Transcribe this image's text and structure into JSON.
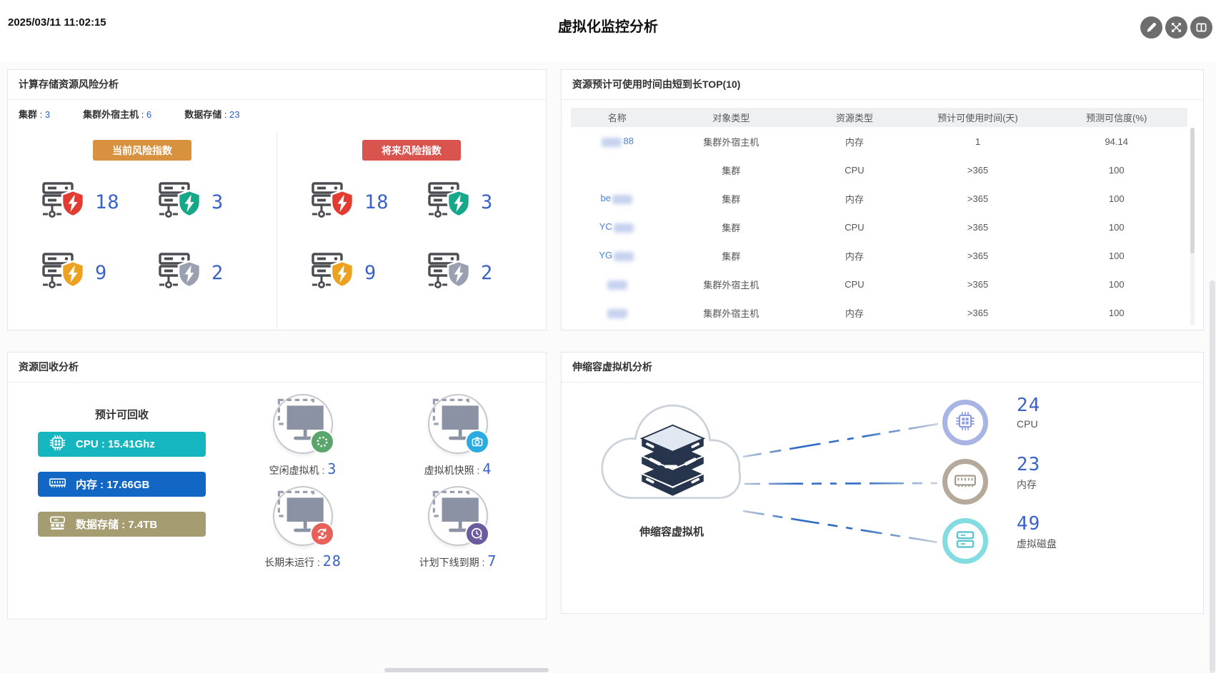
{
  "header": {
    "timestamp": "2025/03/11 11:02:15",
    "title": "虚拟化监控分析",
    "actions": [
      {
        "icon": "pencil-icon",
        "name": "edit"
      },
      {
        "icon": "expand-icon",
        "name": "fullscreen"
      },
      {
        "icon": "columns-icon",
        "name": "layout"
      }
    ]
  },
  "risk_panel": {
    "title": "计算存储资源风险分析",
    "stats": [
      {
        "label": "集群",
        "value": "3"
      },
      {
        "label": "集群外宿主机",
        "value": "6"
      },
      {
        "label": "数据存储",
        "value": "23"
      }
    ],
    "groups": [
      {
        "button_label": "当前风险指数",
        "button_color": "#d8913f",
        "items": [
          {
            "level": "high-risk",
            "color": "#e23c32",
            "value": "18"
          },
          {
            "level": "low-risk",
            "color": "#17a789",
            "value": "3"
          },
          {
            "level": "medium-risk",
            "color": "#eda21f",
            "value": "9"
          },
          {
            "level": "no-risk",
            "color": "#9aa0b0",
            "value": "2"
          }
        ]
      },
      {
        "button_label": "将来风险指数",
        "button_color": "#d9534f",
        "items": [
          {
            "level": "high-risk",
            "color": "#e23c32",
            "value": "18"
          },
          {
            "level": "low-risk",
            "color": "#17a789",
            "value": "3"
          },
          {
            "level": "medium-risk",
            "color": "#eda21f",
            "value": "9"
          },
          {
            "level": "no-risk",
            "color": "#9aa0b0",
            "value": "2"
          }
        ]
      }
    ]
  },
  "forecast_table": {
    "title": "资源预计可使用时间由短到长TOP(10)",
    "columns": [
      "名称",
      "对象类型",
      "资源类型",
      "预计可使用时间(天)",
      "预测可信度(%)"
    ],
    "rows": [
      {
        "name": "88",
        "blob_pre": true,
        "blob": false,
        "object_type": "集群外宿主机",
        "resource_type": "内存",
        "days": "1",
        "confidence": "94.14"
      },
      {
        "name": "",
        "blob_pre": false,
        "blob": false,
        "object_type": "集群",
        "resource_type": "CPU",
        "days": ">365",
        "confidence": "100"
      },
      {
        "name": "be",
        "blob_pre": false,
        "blob": true,
        "object_type": "集群",
        "resource_type": "内存",
        "days": ">365",
        "confidence": "100"
      },
      {
        "name": "YC",
        "blob_pre": false,
        "blob": true,
        "object_type": "集群",
        "resource_type": "CPU",
        "days": ">365",
        "confidence": "100"
      },
      {
        "name": "YG",
        "blob_pre": false,
        "blob": true,
        "object_type": "集群",
        "resource_type": "内存",
        "days": ">365",
        "confidence": "100"
      },
      {
        "name": "",
        "blob_pre": false,
        "blob": true,
        "object_type": "集群外宿主机",
        "resource_type": "CPU",
        "days": ">365",
        "confidence": "100"
      },
      {
        "name": "",
        "blob_pre": false,
        "blob": true,
        "object_type": "集群外宿主机",
        "resource_type": "内存",
        "days": ">365",
        "confidence": "100"
      }
    ]
  },
  "recycle_panel": {
    "title": "资源回收分析",
    "subtitle": "预计可回收",
    "pills": [
      {
        "icon": "cpu-icon",
        "label": "CPU : 15.41Ghz",
        "color": "#16b6c0"
      },
      {
        "icon": "memory-icon",
        "label": "内存 : 17.66GB",
        "color": "#1266c4"
      },
      {
        "icon": "storage-icon",
        "label": "数据存储 : 7.4TB",
        "color": "#a59c72"
      }
    ],
    "metrics": [
      {
        "label": "空闲虚拟机",
        "value": "3",
        "badge_icon": "idle-spinner-icon",
        "badge_color": "#5aa56b"
      },
      {
        "label": "虚拟机快照",
        "value": "4",
        "badge_icon": "snapshot-camera-icon",
        "badge_color": "#2aace0"
      },
      {
        "label": "长期未运行",
        "value": "28",
        "badge_icon": "not-running-refresh-icon",
        "badge_color": "#e8605a"
      },
      {
        "label": "计划下线到期",
        "value": "7",
        "badge_icon": "offline-due-clock-icon",
        "badge_color": "#6a5b9e"
      }
    ]
  },
  "scaling_panel": {
    "title": "伸缩容虚拟机分析",
    "cloud_label": "伸缩容虚拟机",
    "metrics": [
      {
        "value": "24",
        "label": "CPU",
        "ring_color": "#a8b4e4",
        "icon": "cpu-chip-icon",
        "icon_color": "#8c9ce0"
      },
      {
        "value": "23",
        "label": "内存",
        "ring_color": "#b5a99b",
        "icon": "memory-icon",
        "icon_color": "#a3988a"
      },
      {
        "value": "49",
        "label": "虚拟磁盘",
        "ring_color": "#82dce2",
        "icon": "disk-icon",
        "icon_color": "#5fc6d2"
      }
    ]
  }
}
